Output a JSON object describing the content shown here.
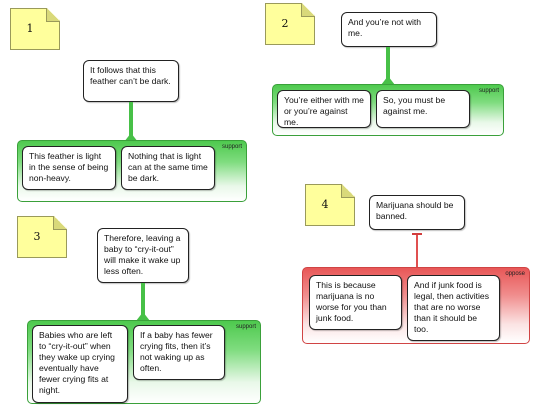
{
  "colors": {
    "support": "#4ec94e",
    "oppose": "#e85757",
    "note": "#ffff9c"
  },
  "maps": [
    {
      "number": "1",
      "claim": "It follows that this feather can’t be dark.",
      "group_label": "support",
      "premises": [
        "This feather is light in the sense of being non-heavy.",
        "Nothing that is light can at the same time be dark."
      ]
    },
    {
      "number": "2",
      "claim": "And you’re not with me.",
      "group_label": "support",
      "premises": [
        "You’re either with me or you’re against me.",
        "So, you must be against me."
      ]
    },
    {
      "number": "3",
      "claim": "Therefore, leaving a baby to “cry-it-out” will make it wake up less often.",
      "group_label": "support",
      "premises": [
        "Babies who are left to “cry-it-out” when they wake up crying eventually have fewer crying fits at night.",
        "If a baby has fewer crying fits, then it’s not waking up as often."
      ]
    },
    {
      "number": "4",
      "claim": "Marijuana should be banned.",
      "group_label": "oppose",
      "premises": [
        "This is because marijuana is no worse for you than junk food.",
        "And if junk food is legal, then activities that are no worse than it should be too."
      ]
    }
  ]
}
